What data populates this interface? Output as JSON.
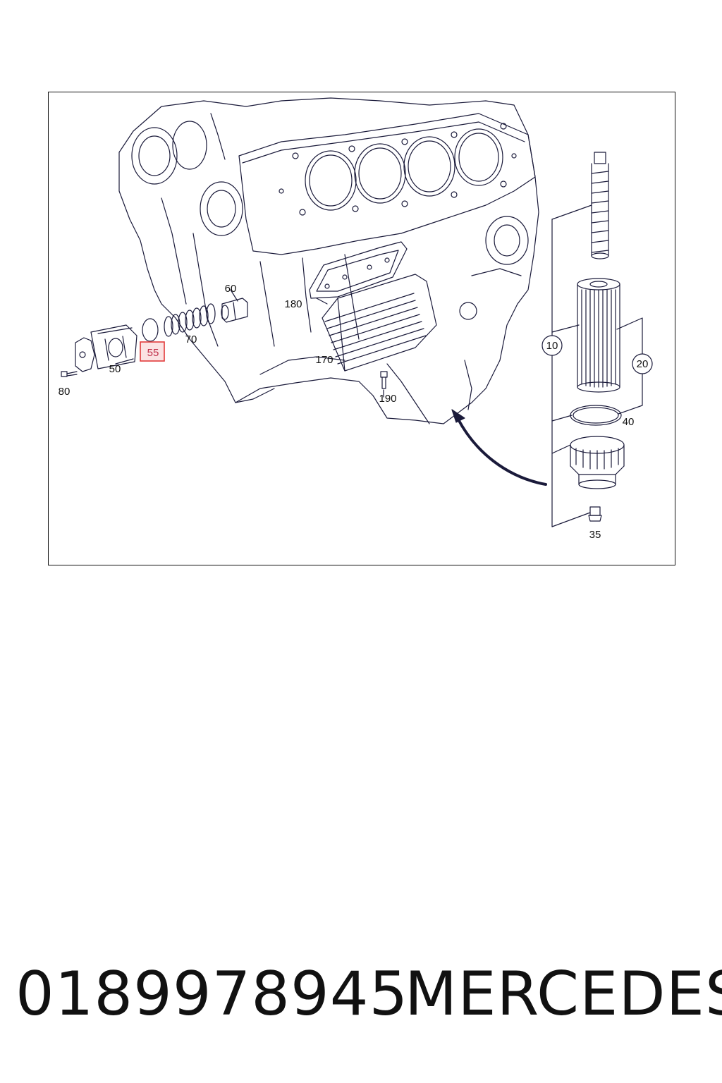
{
  "diagram": {
    "labels": {
      "l10": "10",
      "l20": "20",
      "l35": "35",
      "l40": "40",
      "l50": "50",
      "l55": "55",
      "l60": "60",
      "l70": "70",
      "l80": "80",
      "l170": "170",
      "l180": "180",
      "l190": "190"
    },
    "highlighted_label": "55",
    "colors": {
      "line": "#1a1a3a",
      "highlight": "#e23a3a",
      "highlight_fill": "#fbe3e3"
    }
  },
  "footer": {
    "part_number": "0189978945",
    "brand": "MERCEDES"
  }
}
